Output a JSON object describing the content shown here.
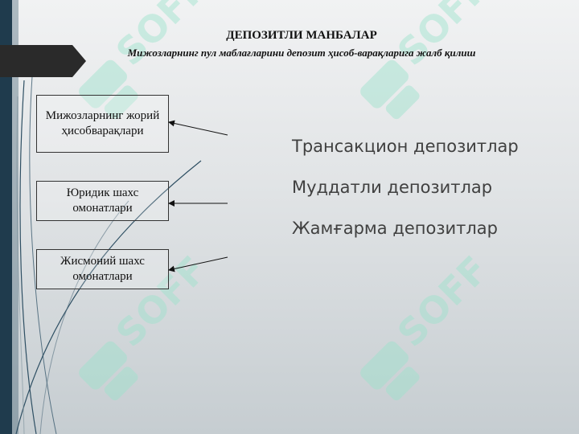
{
  "slide": {
    "title": "ДЕПОЗИТЛИ МАНБАЛАР",
    "subtitle": "Мижозларнинг пул маблағларини депозит ҳисоб-варақларига жалб қилиш",
    "boxes": [
      {
        "label": "Мижозларнинг жорий ҳисобварақлари"
      },
      {
        "label": "Юридик шахс омонатлари"
      },
      {
        "label": "Жисмоний шахс омонатлари"
      }
    ],
    "bullets": [
      {
        "marker": "",
        "text": "Трансакцион депозитлар"
      },
      {
        "marker": "",
        "text": "Муддатли депозитлар"
      },
      {
        "marker": "",
        "text": "Жамғарма депозитлар"
      }
    ],
    "watermark": {
      "text": "SOFF",
      "color": "#9be3cc"
    },
    "colors": {
      "dark_bar": "#1f3b4d",
      "text": "#404040"
    }
  }
}
